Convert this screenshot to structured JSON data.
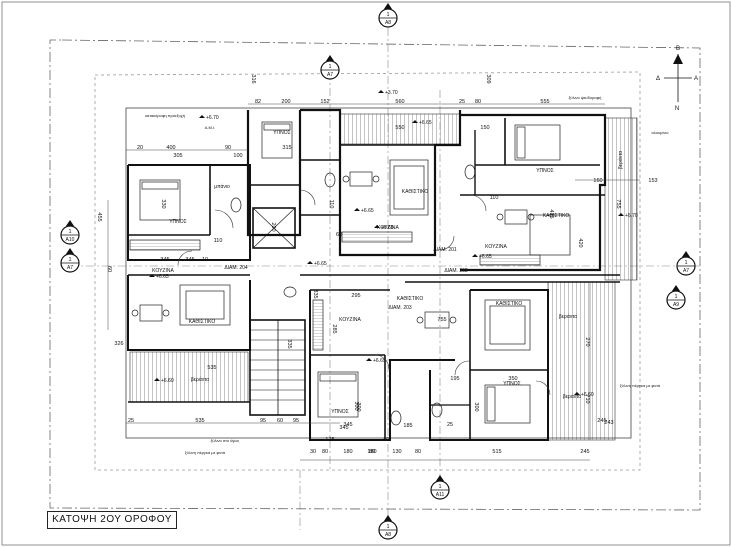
{
  "title": "ΚΑΤΟΨΗ 2ΟΥ ΟΡΟΦΟΥ",
  "compass": {
    "north": "Β",
    "south": "Ν",
    "east": "Α",
    "west": "Δ"
  },
  "section_markers": [
    {
      "num": "1",
      "ref": "A8"
    },
    {
      "num": "1",
      "ref": "A7"
    },
    {
      "num": "1",
      "ref": "A10"
    },
    {
      "num": "1",
      "ref": "A7"
    },
    {
      "num": "1",
      "ref": "A7"
    },
    {
      "num": "1",
      "ref": "A9"
    },
    {
      "num": "1",
      "ref": "A11"
    },
    {
      "num": "1",
      "ref": "A8"
    }
  ],
  "rooms": [
    {
      "label": "ΥΠΝΟΣ"
    },
    {
      "label": "ΥΠΝΟΣ"
    },
    {
      "label": "ΥΠΝΟΣ"
    },
    {
      "label": "ΥΠΝΟΣ"
    },
    {
      "label": "ΥΠΝΟΣ"
    },
    {
      "label": "ΚΑΘΙΣΤΙΚΟ"
    },
    {
      "label": "ΚΑΘΙΣΤΙΚΟ"
    },
    {
      "label": "ΚΑΘΙΣΤΙΚΟ"
    },
    {
      "label": "ΚΑΘΙΣΤΙΚΟ"
    },
    {
      "label": "ΚΑΘΙΣΤΙΚΟ"
    },
    {
      "label": "ΚΟΥΖΙΝΑ"
    },
    {
      "label": "ΚΟΥΖΙΝΑ"
    },
    {
      "label": "ΚΟΥΖΙΝΑ"
    },
    {
      "label": "ΚΟΥΖΙΝΑ"
    },
    {
      "label": "ΔΙΑΜ. 201"
    },
    {
      "label": "ΔΙΑΜ. 202"
    },
    {
      "label": "ΔΙΑΜ. 203"
    },
    {
      "label": "ΔΙΑΜ. 204"
    },
    {
      "label": "μπάνιο"
    },
    {
      "label": "βεράντα"
    },
    {
      "label": "βεράντα"
    },
    {
      "label": "βεράντα"
    },
    {
      "label": "βεράντα"
    }
  ],
  "dimensions": [
    "82",
    "200",
    "152",
    "560",
    "25",
    "80",
    "555",
    "316",
    "309",
    "20",
    "400",
    "305",
    "90",
    "100",
    "315",
    "550",
    "150",
    "330",
    "110",
    "200",
    "110",
    "345",
    "415",
    "153",
    "160",
    "455",
    "345",
    "10",
    "60",
    "110",
    "420",
    "755",
    "295",
    "285",
    "755",
    "270",
    "335",
    "300",
    "326",
    "535",
    "710",
    "195",
    "350",
    "300",
    "300",
    "243",
    "535",
    "25",
    "95",
    "60",
    "95",
    "345",
    "185",
    "25",
    "245",
    "30",
    "80",
    "180",
    "80",
    "130",
    "80",
    "515",
    "245",
    "335",
    "60",
    "345",
    "180",
    "40",
    "125"
  ],
  "elevations": [
    "+3.70",
    "+6.70",
    "+6.65",
    "+6.65",
    "+6.65",
    "+6.65",
    "+6.65",
    "+6.65",
    "+6.60",
    "+6.65",
    "+6.60",
    "+6.70"
  ],
  "notes": [
    "κατακόρυφη προεξοχή",
    "Α.Μ.Ι.",
    "ξύλινο ψευδοροφή",
    "αλουμίνιο",
    "ξύλινο στο ύψος",
    "ξύλινη πέργκα με φυτά",
    "ξύλινη πέργκα με φυτά"
  ]
}
